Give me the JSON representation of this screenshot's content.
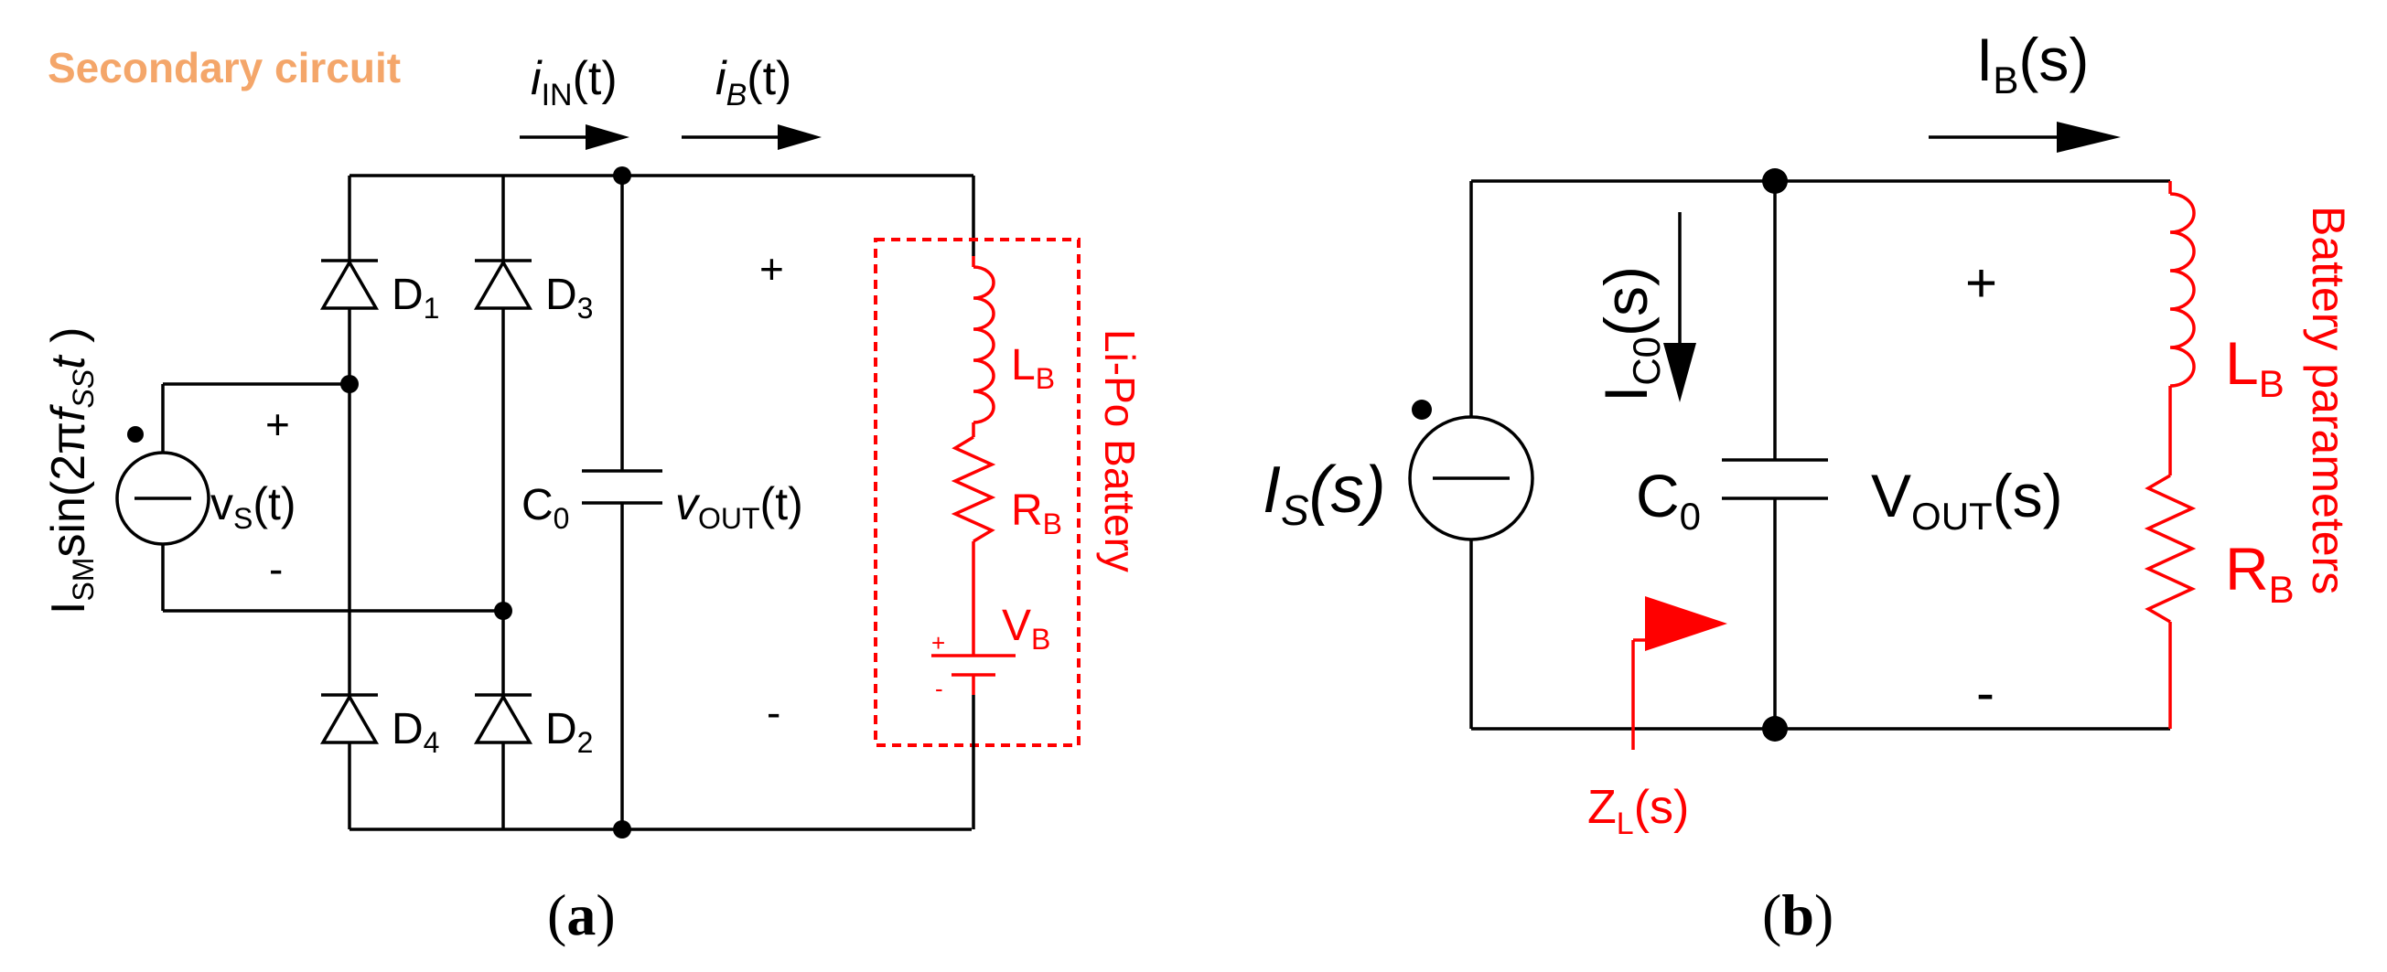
{
  "colors": {
    "wire": "#000000",
    "battery": "#ff0000",
    "heading": "#f4a66a"
  },
  "panel_a": {
    "heading": "Secondary circuit",
    "i_in": {
      "main": "i",
      "sub": "IN",
      "tail": "(t)"
    },
    "i_b": {
      "main": "i",
      "sub": "B",
      "tail": "(t)"
    },
    "source": {
      "main": "I",
      "sub": "SM",
      "mid": "sin(2π",
      "f": "f",
      "fsub": "SS",
      "t": "t",
      "close": " )"
    },
    "vs": {
      "main": "v",
      "sub": "S",
      "tail": "(t)",
      "plus": "+",
      "minus": "-"
    },
    "diodes": [
      {
        "main": "D",
        "sub": "1"
      },
      {
        "main": "D",
        "sub": "3"
      },
      {
        "main": "D",
        "sub": "4"
      },
      {
        "main": "D",
        "sub": "2"
      }
    ],
    "c0": {
      "main": "C",
      "sub": "0"
    },
    "vout": {
      "main": "v",
      "sub": "OUT",
      "tail": "(t)",
      "plus": "+",
      "minus": "-"
    },
    "lb": {
      "main": "L",
      "sub": "B"
    },
    "rb": {
      "main": "R",
      "sub": "B"
    },
    "vb": {
      "main": "V",
      "sub": "B",
      "plus": "+",
      "minus": "-"
    },
    "battery_label": "Li-Po Battery",
    "caption": {
      "open": "(",
      "letter": "a",
      "close": ")"
    }
  },
  "panel_b": {
    "ib": {
      "main": "I",
      "sub": "B",
      "tail": "(s)"
    },
    "ic0": {
      "main": "I",
      "sub": "C0",
      "tail": "(s)"
    },
    "is": {
      "main": "I",
      "sub": "S",
      "tail": "(s)"
    },
    "c0": {
      "main": "C",
      "sub": "0"
    },
    "vout": {
      "main": "V",
      "sub": "OUT",
      "tail": "(s)",
      "plus": "+",
      "minus": "-"
    },
    "lb": {
      "main": "L",
      "sub": "B"
    },
    "rb": {
      "main": "R",
      "sub": "B"
    },
    "battery_label": "Battery parameters",
    "zl": {
      "main": "Z",
      "sub": "L",
      "tail": "(s)"
    },
    "caption": {
      "open": "(",
      "letter": "b",
      "close": ")"
    }
  }
}
